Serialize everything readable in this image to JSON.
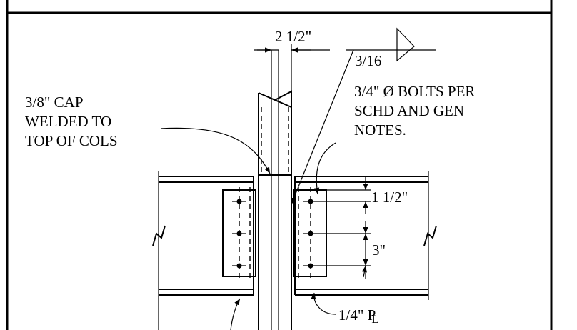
{
  "notes": {
    "cap_line1": "3/8\" CAP",
    "cap_line2": "WELDED TO",
    "cap_line3": "TOP OF COLS",
    "bolts_line1": "3/4\" Ø BOLTS PER",
    "bolts_line2": "SCHD AND GEN",
    "bolts_line3": "NOTES."
  },
  "dimensions": {
    "offset": "2 1/2\"",
    "edge": "1 1/2\"",
    "spacing": "3\"",
    "weld": "3/16",
    "plate": "1/4\" P",
    "plate_symbol": "L"
  },
  "colors": {
    "ink": "#000000",
    "paper": "#ffffff"
  }
}
